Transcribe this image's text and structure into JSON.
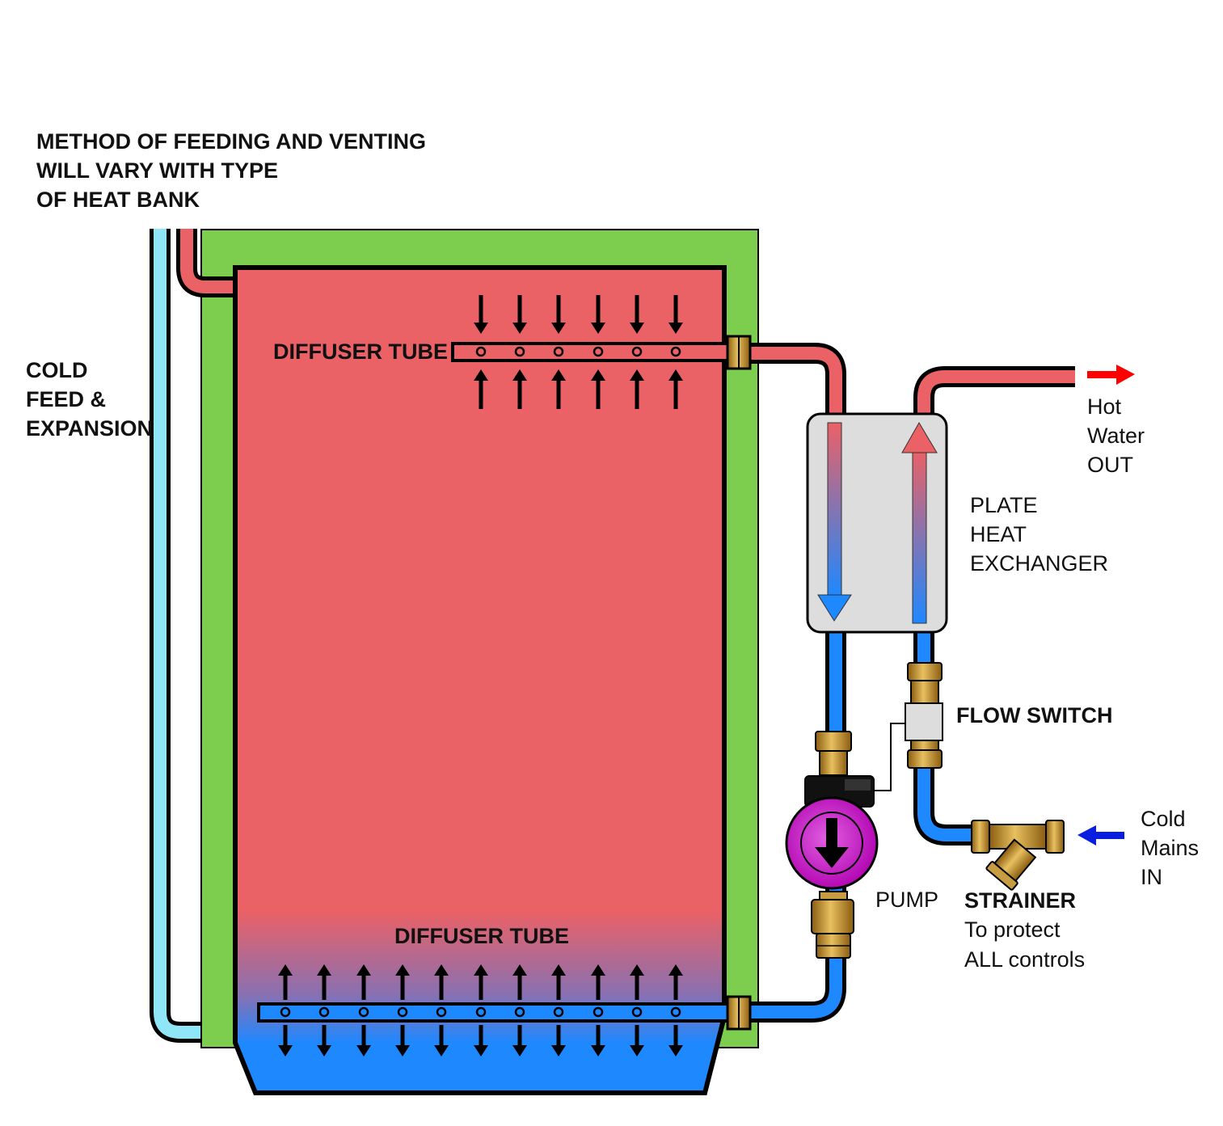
{
  "notes": {
    "venting_lines": [
      "METHOD OF FEEDING AND VENTING",
      "WILL VARY WITH TYPE",
      "OF HEAT BANK"
    ],
    "cold_feed_lines": [
      "COLD",
      "FEED &",
      "EXPANSION"
    ]
  },
  "labels": {
    "top_diffuser": "DIFFUSER TUBE",
    "bottom_diffuser": "DIFFUSER TUBE",
    "plate_heat_exchanger": [
      "PLATE",
      "HEAT",
      "EXCHANGER"
    ],
    "hot_water_out": [
      "Hot",
      "Water",
      "OUT"
    ],
    "flow_switch": "FLOW SWITCH",
    "pump": "PUMP",
    "strainer_title": "STRAINER",
    "strainer_desc": [
      "To protect",
      "ALL controls"
    ],
    "cold_mains_in": [
      "Cold",
      "Mains",
      "IN"
    ]
  },
  "colors": {
    "hot": "#EA6166",
    "cold": "#1E88FF",
    "cold_feed": "#8FE6F6",
    "insulation": "#7DCD4F",
    "exchanger_body": "#DDDDDD",
    "pump": "#CC00CC",
    "brass": "#C89C40",
    "flow_switch": "#DDDDDD",
    "hot_out_arrow": "#FF0000",
    "cold_in_arrow": "#0A1EE0"
  },
  "icons": {
    "diffuser_arrows": "arrow-icon",
    "pump_direction": "arrow-down-icon",
    "hot_water_out_arrow": "arrow-right-icon",
    "cold_mains_in_arrow": "arrow-left-icon"
  }
}
